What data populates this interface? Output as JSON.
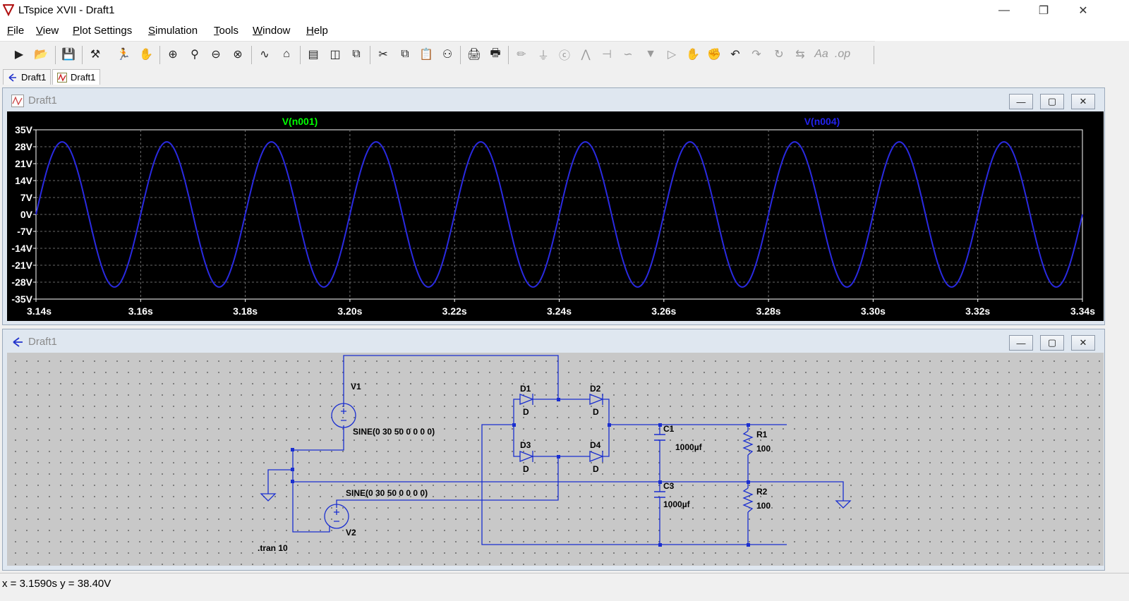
{
  "window": {
    "title": "LTspice XVII - Draft1"
  },
  "menu": [
    "File",
    "View",
    "Plot Settings",
    "Simulation",
    "Tools",
    "Window",
    "Help"
  ],
  "toolbar_icons": [
    "run-icon",
    "open-icon",
    "save-icon",
    "control-panel-icon",
    "run-simulation-icon",
    "pan-icon",
    "zoom-in-icon",
    "zoom-area-icon",
    "zoom-out-icon",
    "zoom-cancel-icon",
    "autorange-icon",
    "plot-settings-icon",
    "tile-horizontal-icon",
    "tile-vertical-icon",
    "cascade-icon",
    "cut-icon",
    "copy-icon",
    "paste-icon",
    "find-icon",
    "print-icon",
    "print-preview-icon",
    "draw-wire-icon",
    "ground-icon",
    "label-net-icon",
    "resistor-icon",
    "capacitor-icon",
    "inductor-icon",
    "diode-icon",
    "component-icon",
    "move-icon",
    "drag-icon",
    "undo-icon",
    "redo-icon",
    "rotate-icon",
    "mirror-icon",
    "text-icon",
    "spice-directive-icon"
  ],
  "tabs": [
    {
      "label": "Draft1",
      "icon": "schematic-icon"
    },
    {
      "label": "Draft1",
      "icon": "waveform-icon"
    }
  ],
  "plot_window": {
    "title": "Draft1"
  },
  "schematic_window": {
    "title": "Draft1"
  },
  "chart_data": {
    "type": "line",
    "title": "",
    "series": [
      {
        "name": "V(n001)",
        "color": "#00ff00",
        "visible_trace": false
      },
      {
        "name": "V(n004)",
        "color": "#2222ee",
        "amplitude": 30,
        "frequency_hz": 50,
        "offset": 0
      }
    ],
    "xlim": [
      3.14,
      3.34
    ],
    "ylim": [
      -35,
      35
    ],
    "x_ticks": [
      "3.14s",
      "3.16s",
      "3.18s",
      "3.20s",
      "3.22s",
      "3.24s",
      "3.26s",
      "3.28s",
      "3.30s",
      "3.32s",
      "3.34s"
    ],
    "y_ticks": [
      "35V",
      "28V",
      "21V",
      "14V",
      "7V",
      "0V",
      "-7V",
      "-14V",
      "-21V",
      "-28V",
      "-35V"
    ],
    "grid": true,
    "background": "#000000"
  },
  "schematic": {
    "labels": {
      "v1": "V1",
      "v1_value": "SINE(0 30 50 0 0 0 0)",
      "v2": "V2",
      "v2_value": "SINE(0 30 50 0 0 0 0)",
      "d1": "D1",
      "d2": "D2",
      "d3": "D3",
      "d4": "D4",
      "d1_model": "D",
      "d2_model": "D",
      "d3_model": "D",
      "d4_model": "D",
      "c1": "C1",
      "c1_value": "1000µf",
      "c3": "C3",
      "c3_value": "1000µf",
      "r1": "R1",
      "r1_value": "100",
      "r2": "R2",
      "r2_value": "100",
      "directive": ".tran 10"
    },
    "wire_color": "#1a2ed0"
  },
  "status": {
    "text": "x = 3.1590s    y = 38.40V"
  }
}
